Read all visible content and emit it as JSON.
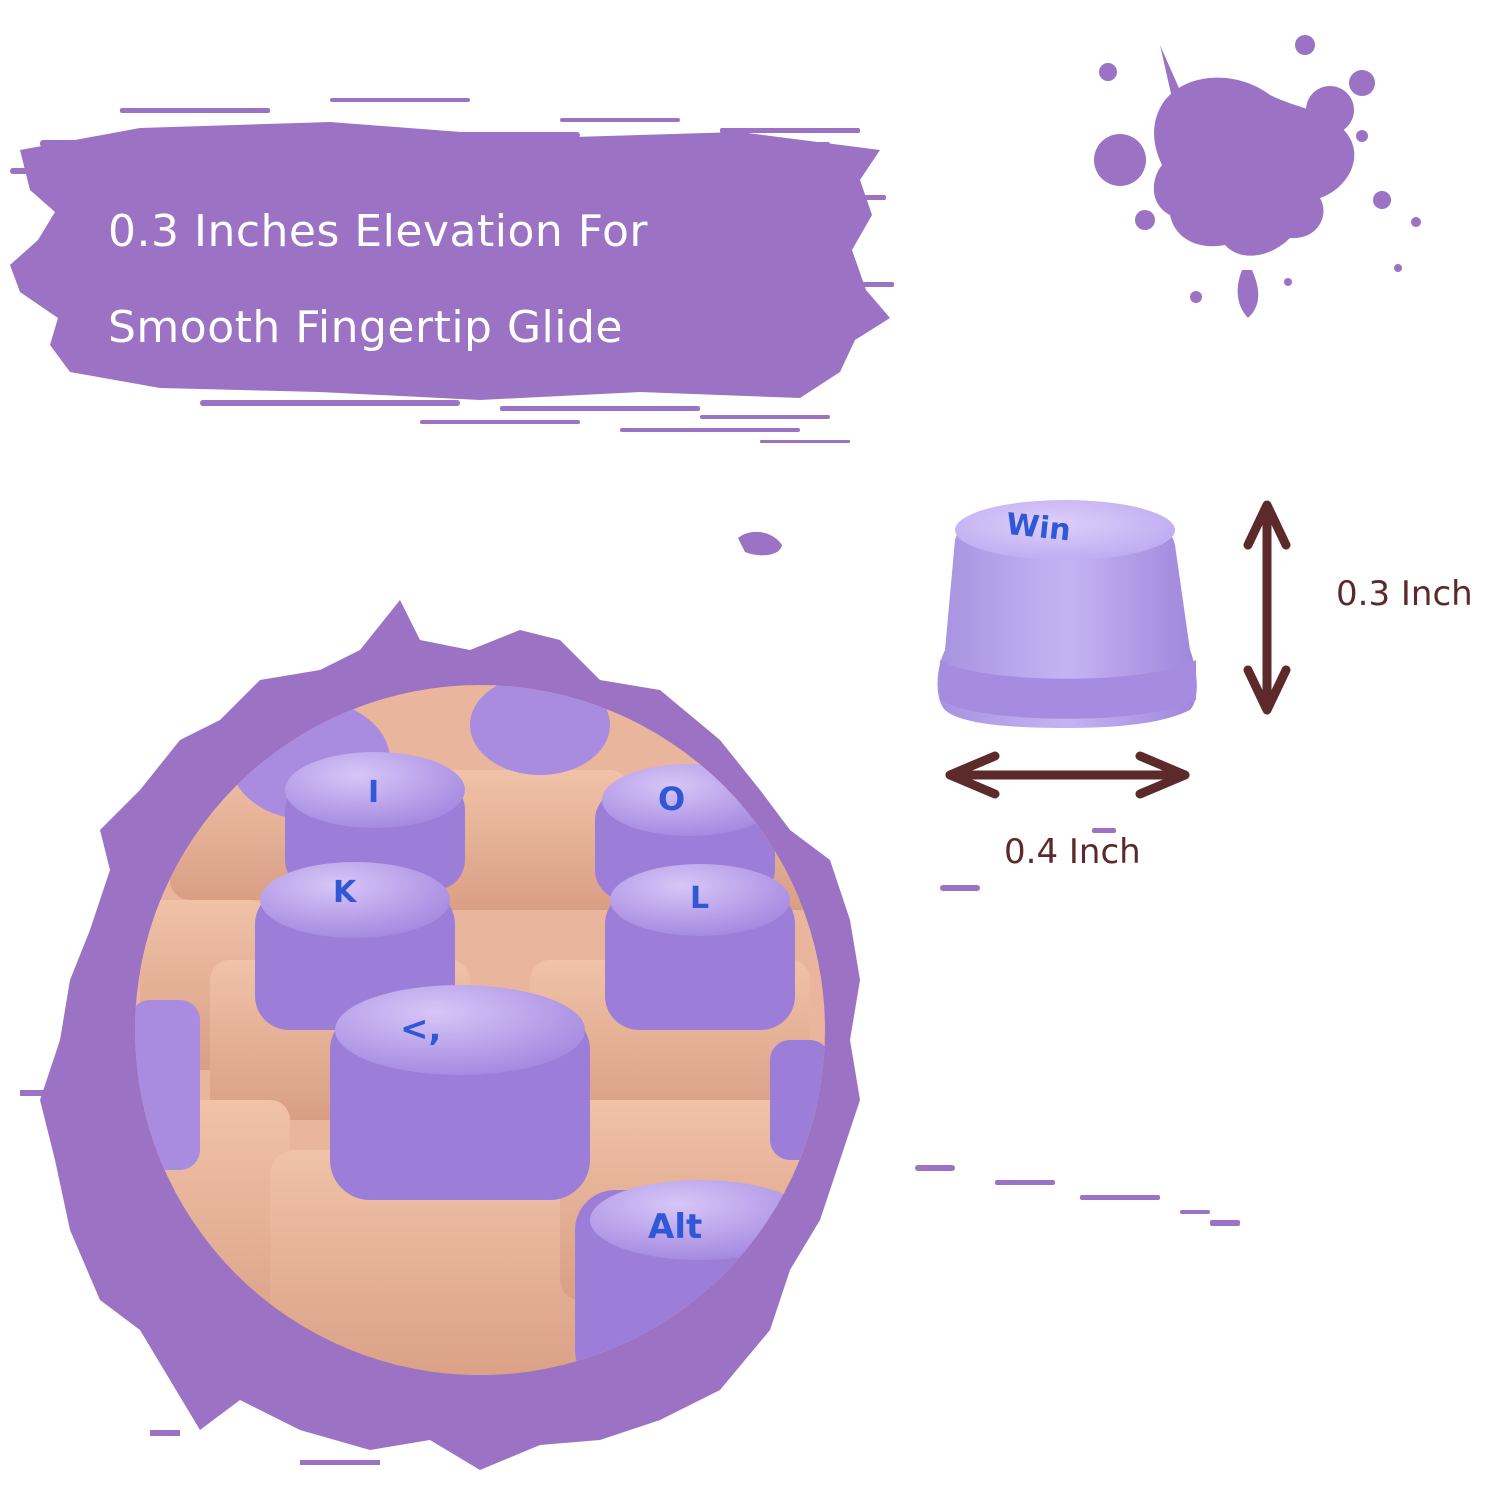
{
  "headline": {
    "line1": "0.3 Inches Elevation For",
    "line2": "Smooth Fingertip Glide"
  },
  "dimensions": {
    "height_label": "0.3 Inch",
    "width_label": "0.4 Inch"
  },
  "keycap_legends": {
    "single_key": "Win",
    "closeup": [
      "I",
      "O",
      "K",
      "L",
      "<,",
      "Alt"
    ]
  },
  "colors": {
    "brand_purple": "#9b72c4",
    "keycap_lavender": "#b59be8",
    "legend_blue": "#2f57d6",
    "keyboard_base_peach": "#e8b39a",
    "dimension_arrow": "#5c2a2a"
  }
}
